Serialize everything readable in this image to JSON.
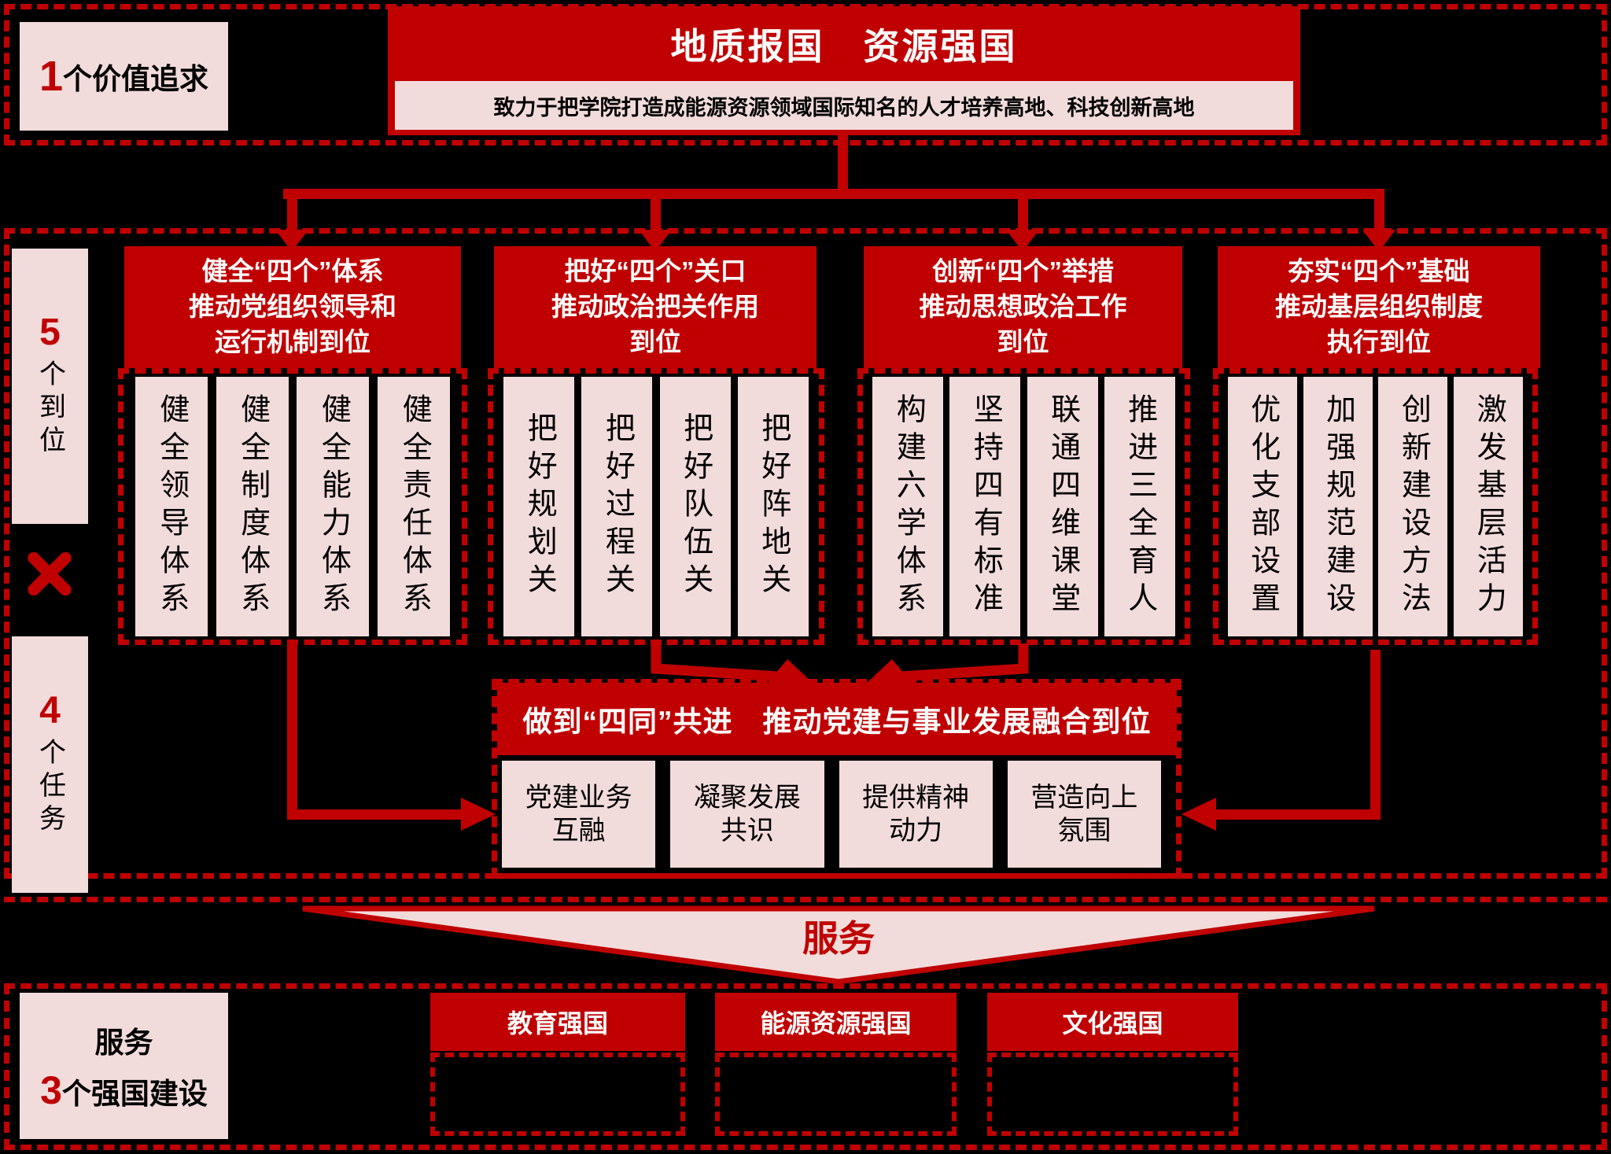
{
  "top_left": {
    "number": "1",
    "text": "个价值追求"
  },
  "title": {
    "main": "地质报国　资源强国",
    "sub": "致力于把学院打造成能源资源领域国际知名的人才培养高地、科技创新高地"
  },
  "side": {
    "top": {
      "number": "5",
      "text": "个到位"
    },
    "bottom": {
      "number": "4",
      "text": "个任务"
    }
  },
  "columns": [
    {
      "header": "健全“四个”体系\n推动党组织领导和\n运行机制到位",
      "items": [
        "健全领导体系",
        "健全制度体系",
        "健全能力体系",
        "健全责任体系"
      ]
    },
    {
      "header": "把好“四个”关口\n推动政治把关作用\n到位",
      "items": [
        "把好规划关",
        "把好过程关",
        "把好队伍关",
        "把好阵地关"
      ]
    },
    {
      "header": "创新“四个”举措\n推动思想政治工作\n到位",
      "items": [
        "构建六学体系",
        "坚持四有标准",
        "联通四维课堂",
        "推进三全育人"
      ]
    },
    {
      "header": "夯实“四个”基础\n推动基层组织制度\n执行到位",
      "items": [
        "优化支部设置",
        "加强规范建设",
        "创新建设方法",
        "激发基层活力"
      ]
    }
  ],
  "fusion": {
    "banner": "做到“四同”共进　推动党建与事业发展融合到位",
    "items": [
      "党建业务\n互融",
      "凝聚发展\n共识",
      "提供精神\n动力",
      "营造向上\n氛围"
    ]
  },
  "funnel": {
    "label": "服务"
  },
  "bottom": {
    "label_line1": "服务",
    "number": "3",
    "text": "个强国建设",
    "goals": [
      "教育强国",
      "能源资源强国",
      "文化强国"
    ]
  },
  "colors": {
    "primary_red": "#c00000",
    "light_pink": "#f2dcdb",
    "background": "#000000",
    "text_on_red": "#ffffff",
    "text_on_pink": "#000000"
  }
}
